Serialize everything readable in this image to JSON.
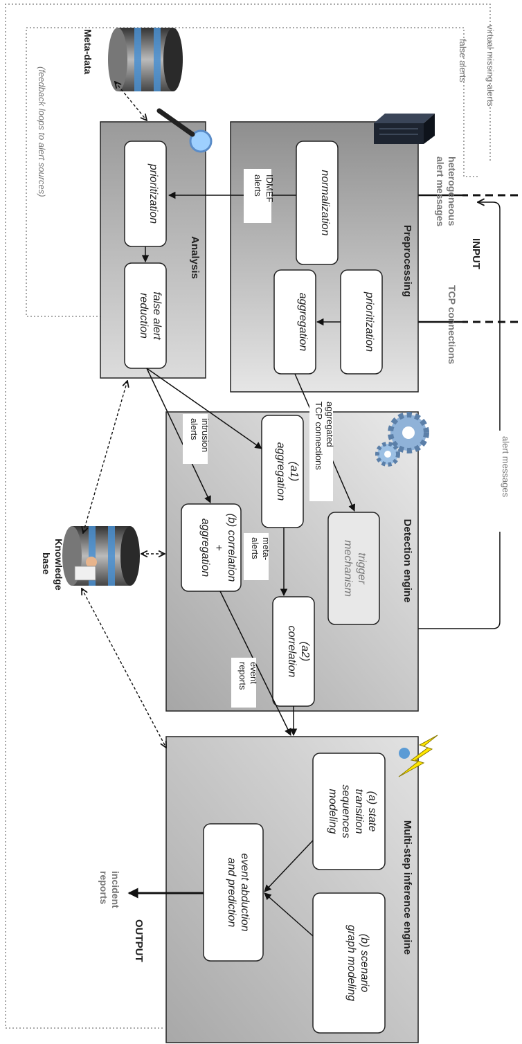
{
  "input": {
    "title": "INPUT",
    "hetero": "heterogeneous",
    "alert_messages": "alert messages",
    "tcp": "TCP connections"
  },
  "output": {
    "title": "OUTPUT",
    "incident": "incident",
    "reports": "reports"
  },
  "feedback": {
    "virtual_missing": "virtual missing alerts",
    "false_alerts": "false alerts",
    "loops_note": "(feedback loops to alert sources)"
  },
  "alert_messages_loop": "alert messages",
  "preprocessing": {
    "title": "Preprocessing",
    "normalization": "normalization",
    "prioritization": "prioritization",
    "aggregation": "aggregation",
    "idmef_1": "IDMEF",
    "idmef_2": "alerts"
  },
  "analysis": {
    "title": "Analysis",
    "prioritization": "prioritization",
    "false_alert_1": "false alert",
    "false_alert_2": "reduction"
  },
  "detection": {
    "title": "Detection engine",
    "trigger_1": "trigger",
    "trigger_2": "mechanism",
    "a1_1": "(a1)",
    "a1_2": "aggregation",
    "a2_1": "(a2)",
    "a2_2": "correlation",
    "b_1": "(b) correlation",
    "b_2": "+",
    "b_3": "aggregation",
    "aggr_tcp_1": "aggregated",
    "aggr_tcp_2": "TCP connections",
    "intrusion_1": "intrusion",
    "intrusion_2": "alerts",
    "meta_1": "meta-",
    "meta_2": "alerts",
    "event_1": "event",
    "event_2": "reports"
  },
  "multistep": {
    "title": "Multi-step inference engine",
    "state_1": "(a) state",
    "state_2": "transition",
    "state_3": "sequences",
    "state_4": "modeling",
    "scenario_1": "(b) scenario",
    "scenario_2": "graph modeling",
    "abduction_1": "event abduction",
    "abduction_2": "and prediction"
  },
  "metadata": "Meta-data",
  "knowledge": {
    "line1": "Knowledge",
    "line2": "base"
  }
}
